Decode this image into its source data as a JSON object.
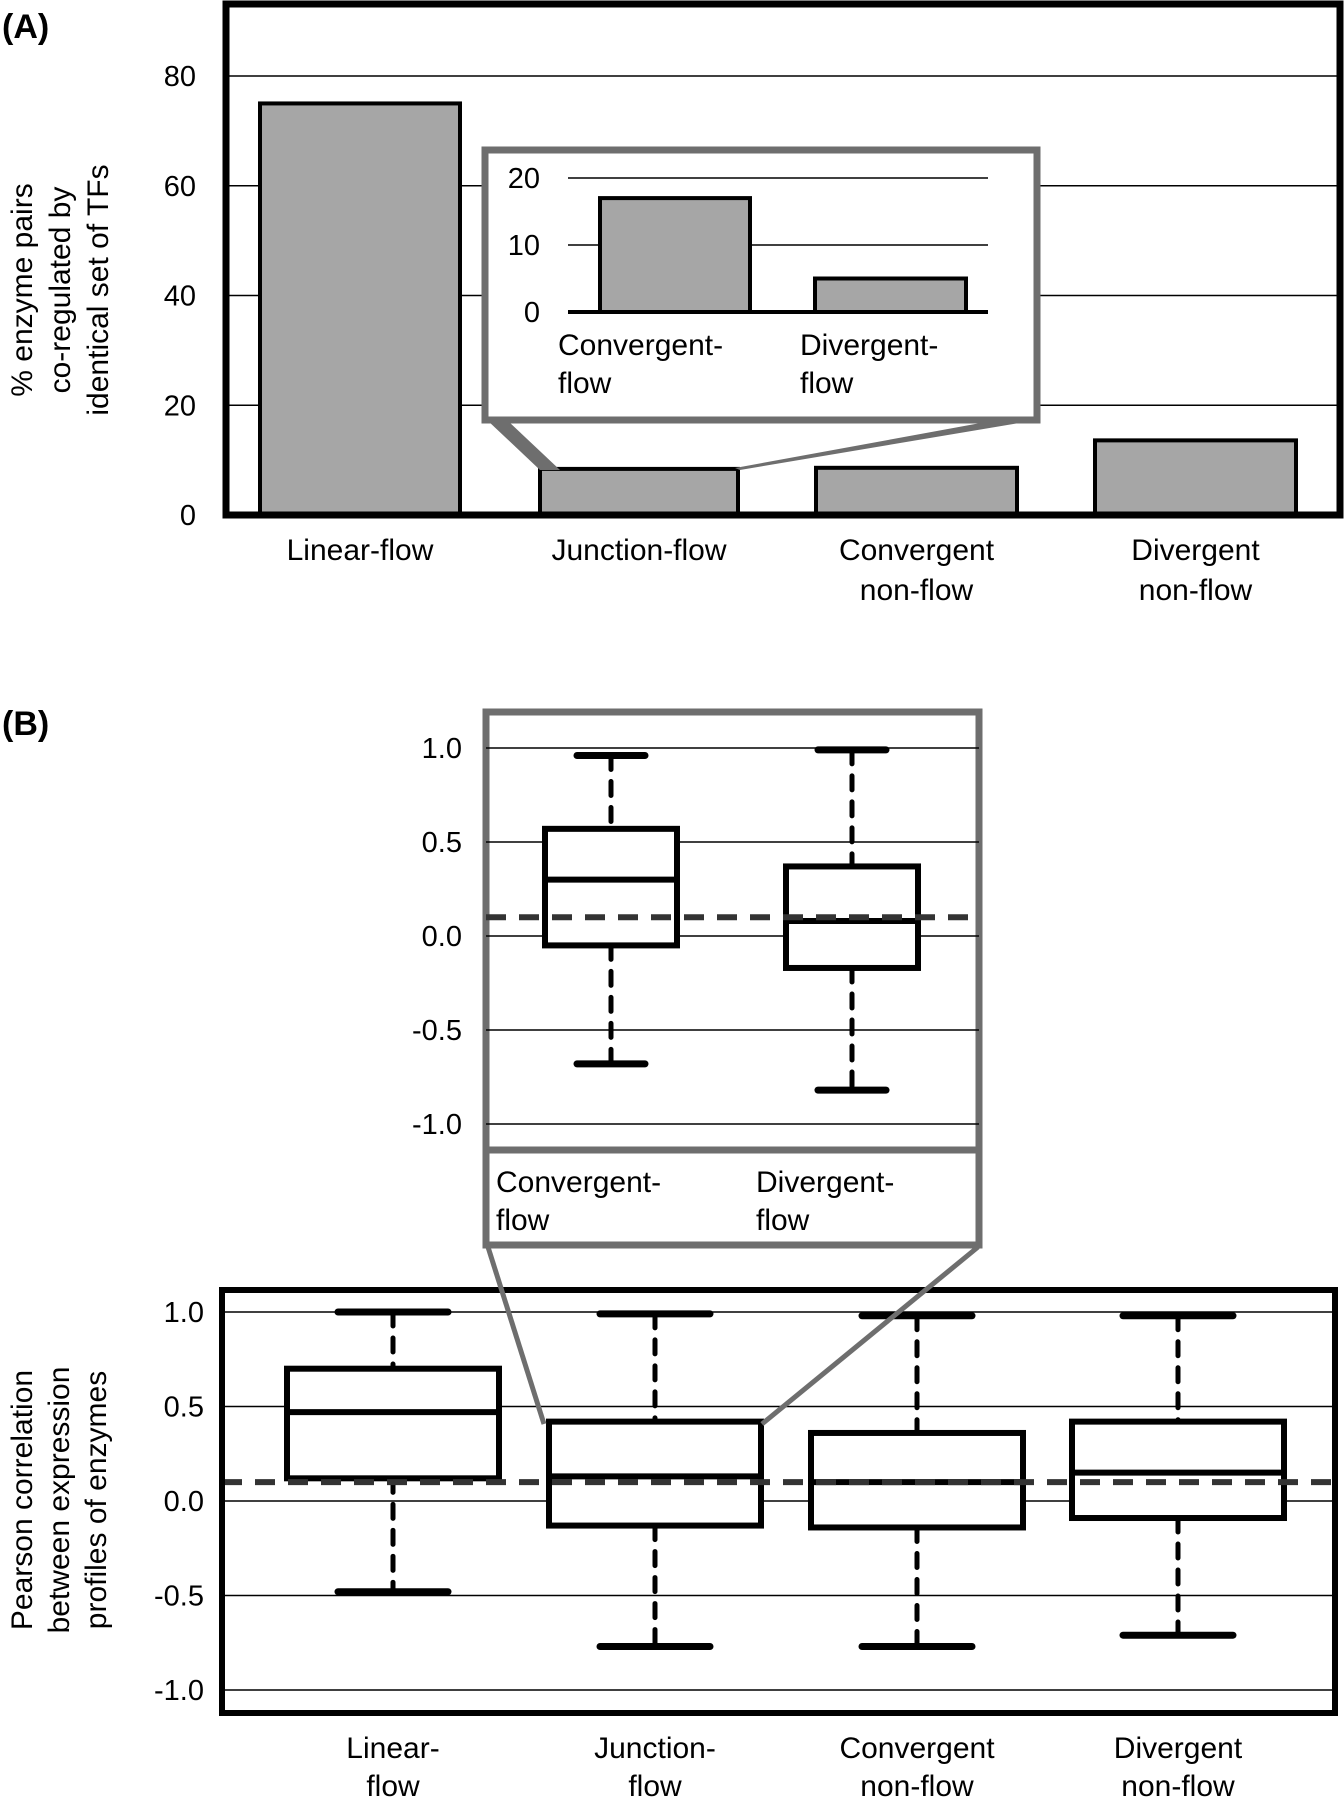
{
  "figure": {
    "panel_a_label": "(A)",
    "panel_b_label": "(B)"
  },
  "colors": {
    "bar_fill": "#a6a6a6",
    "inset_frame": "#6e6e6e",
    "axis": "#000000",
    "reference_line": "#333333"
  },
  "chart_data": [
    {
      "id": "panel-a-main",
      "type": "bar",
      "title": "",
      "ylabel_lines": [
        "% enzyme pairs",
        "co-regulated by",
        "identical set of TFs"
      ],
      "xlabel": "",
      "categories": [
        [
          "Linear-flow"
        ],
        [
          "Junction-flow"
        ],
        [
          "Convergent",
          "non-flow"
        ],
        [
          "Divergent",
          "non-flow"
        ]
      ],
      "values": [
        75,
        8.4,
        8.6,
        13.6
      ],
      "ylim": [
        0,
        90
      ],
      "yticks": [
        0,
        20,
        40,
        60,
        80
      ],
      "ytick_labels": [
        "0",
        "20",
        "40",
        "60",
        "80"
      ],
      "grid": true,
      "legend": "none"
    },
    {
      "id": "panel-a-inset",
      "type": "bar",
      "title": "",
      "zoom_of": "Junction-flow",
      "categories": [
        [
          "Convergent-",
          "flow"
        ],
        [
          "Divergent-",
          "flow"
        ]
      ],
      "values": [
        17,
        5
      ],
      "ylim": [
        0,
        20
      ],
      "yticks": [
        0,
        10,
        20
      ],
      "ytick_labels": [
        "0",
        "10",
        "20"
      ],
      "grid": true
    },
    {
      "id": "panel-b-main",
      "type": "box",
      "title": "",
      "ylabel_lines": [
        "Pearson correlation",
        "between expression",
        "profiles of enzymes"
      ],
      "categories": [
        [
          "Linear-",
          "flow"
        ],
        [
          "Junction-",
          "flow"
        ],
        [
          "Convergent",
          "non-flow"
        ],
        [
          "Divergent",
          "non-flow"
        ]
      ],
      "boxes": [
        {
          "whisker_low": -0.48,
          "q1": 0.12,
          "median": 0.47,
          "q3": 0.7,
          "whisker_high": 1.0
        },
        {
          "whisker_low": -0.77,
          "q1": -0.13,
          "median": 0.13,
          "q3": 0.42,
          "whisker_high": 0.99
        },
        {
          "whisker_low": -0.77,
          "q1": -0.14,
          "median": 0.1,
          "q3": 0.36,
          "whisker_high": 0.98
        },
        {
          "whisker_low": -0.71,
          "q1": -0.09,
          "median": 0.15,
          "q3": 0.42,
          "whisker_high": 0.98
        }
      ],
      "reference_line": 0.1,
      "ylim": [
        -1.06,
        1.08
      ],
      "yticks": [
        -1.0,
        -0.5,
        0.0,
        0.5,
        1.0
      ],
      "ytick_labels": [
        "-1.0",
        "-0.5",
        "0.0",
        "0.5",
        "1.0"
      ],
      "grid": true,
      "legend": "none"
    },
    {
      "id": "panel-b-inset",
      "type": "box",
      "title": "",
      "zoom_of": "Junction-flow",
      "categories": [
        [
          "Convergent-",
          "flow"
        ],
        [
          "Divergent-",
          "flow"
        ]
      ],
      "boxes": [
        {
          "whisker_low": -0.68,
          "q1": -0.05,
          "median": 0.3,
          "q3": 0.57,
          "whisker_high": 0.96
        },
        {
          "whisker_low": -0.82,
          "q1": -0.17,
          "median": 0.08,
          "q3": 0.37,
          "whisker_high": 0.99
        }
      ],
      "reference_line": 0.1,
      "ylim": [
        -1.13,
        1.2
      ],
      "yticks": [
        -1.0,
        -0.5,
        0.0,
        0.5,
        1.0
      ],
      "ytick_labels": [
        "-1.0",
        "-0.5",
        "0.0",
        "0.5",
        "1.0"
      ],
      "grid": true
    }
  ]
}
